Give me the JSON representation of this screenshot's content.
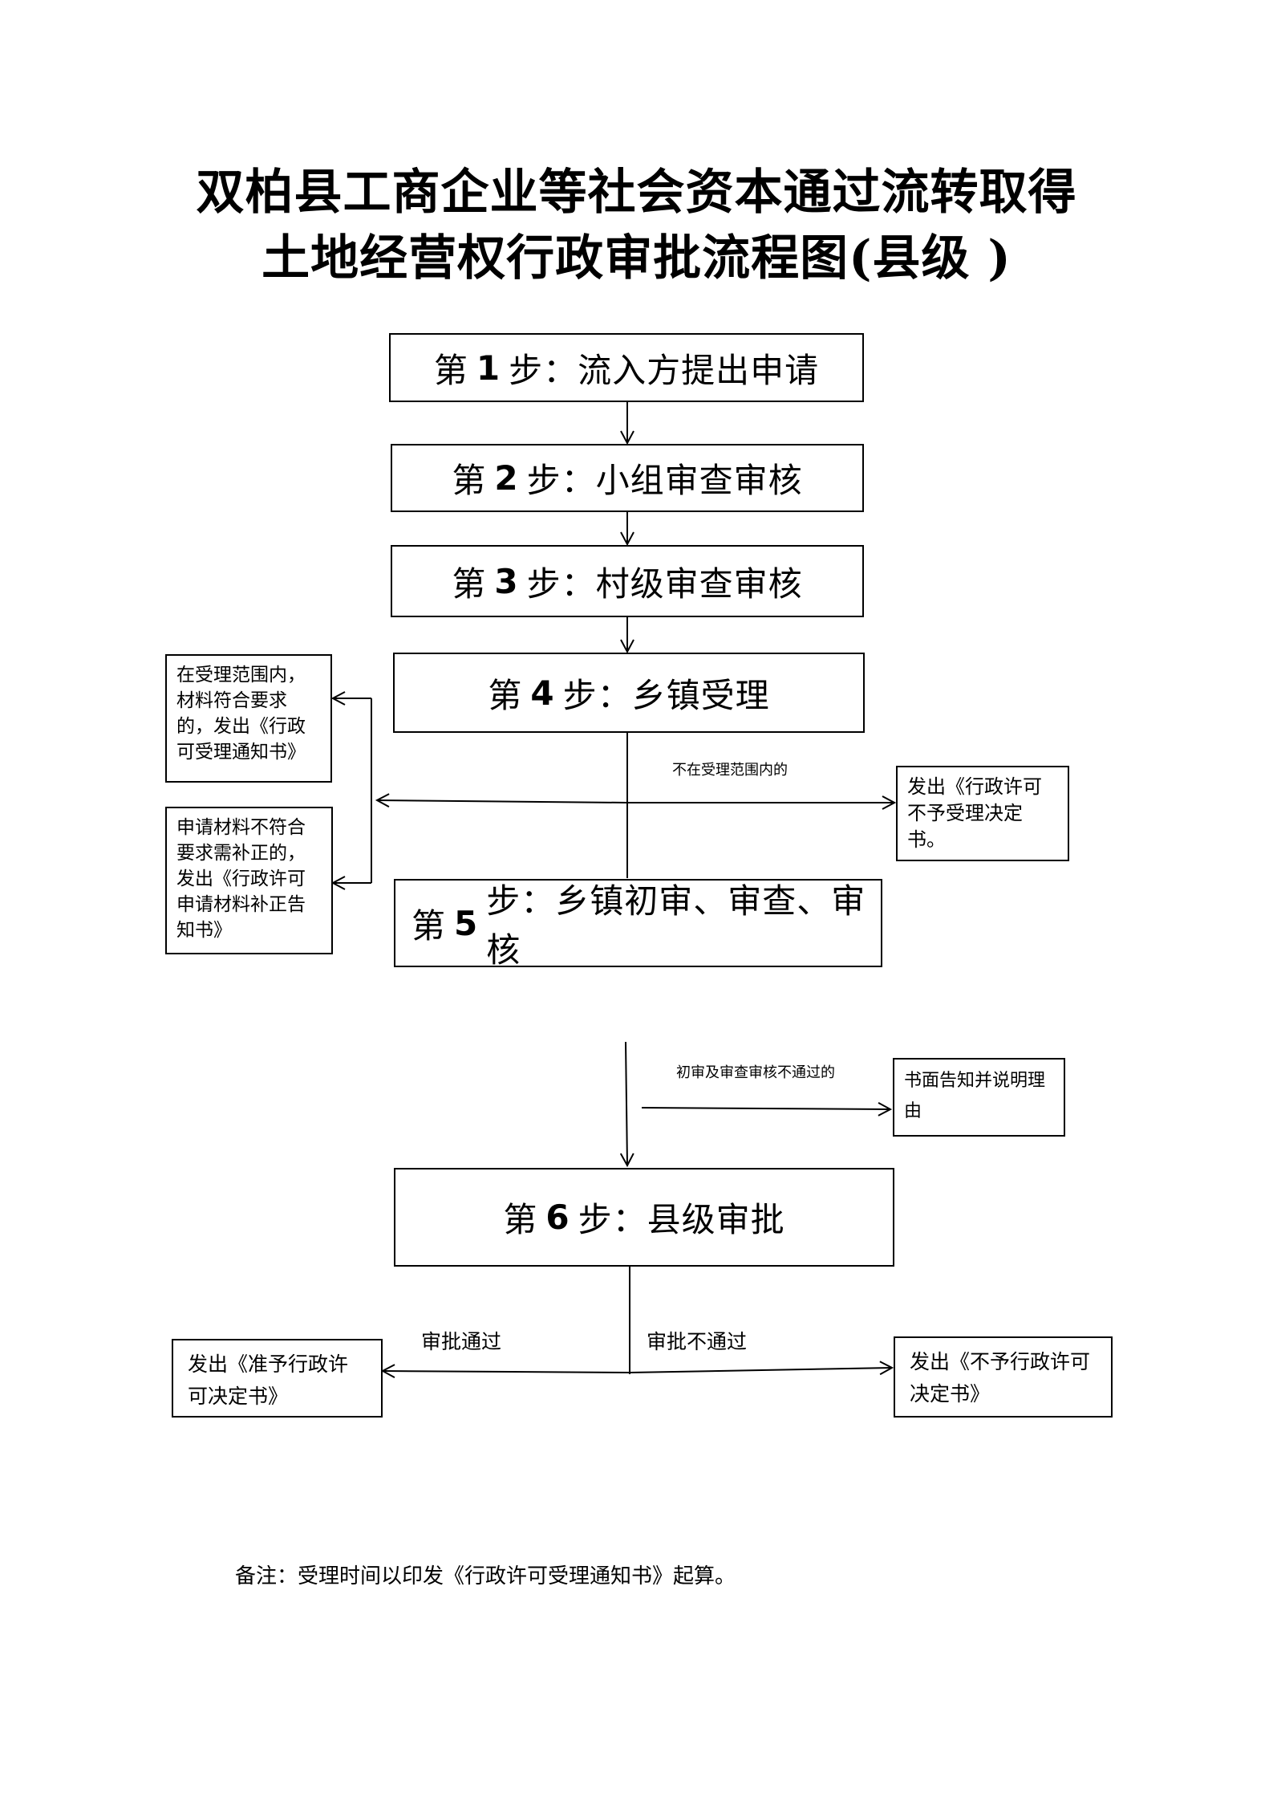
{
  "title": {
    "line1": "双柏县工商企业等社会资本通过流转取得",
    "line2": "土地经营权行政审批流程图(县级 )"
  },
  "steps": [
    {
      "prefix": "第",
      "num": "1",
      "suffix": "步：流入方提出申请"
    },
    {
      "prefix": "第",
      "num": "2",
      "suffix": "步：小组审查审核"
    },
    {
      "prefix": "第",
      "num": "3",
      "suffix": "步：村级审查审核"
    },
    {
      "prefix": "第",
      "num": "4",
      "suffix": "步：乡镇受理"
    },
    {
      "prefix": "第",
      "num": "5",
      "suffix": "步：乡镇初审、审查、审核"
    },
    {
      "prefix": "第",
      "num": "6",
      "suffix": "步：县级审批"
    }
  ],
  "side_boxes": {
    "accept_notice": "在受理范围内，材料符合要求的，发出《行政可受理通知书》",
    "supplement_notice": "申请材料不符合要求需补正的，发出《行政许可申请材料补正告知书》",
    "reject_accept": "发出《行政许可不予受理决定书。",
    "written_notice": "书面告知并说明理由",
    "approve_decision": "发出《准予行政许可决定书》",
    "deny_decision": "发出《不予行政许可决定书》"
  },
  "labels": {
    "not_in_scope": "不在受理范围内的",
    "review_failed": "初审及审查审核不通过的",
    "approved": "审批通过",
    "not_approved": "审批不通过"
  },
  "note": "备注：受理时间以印发《行政许可受理通知书》起算。"
}
